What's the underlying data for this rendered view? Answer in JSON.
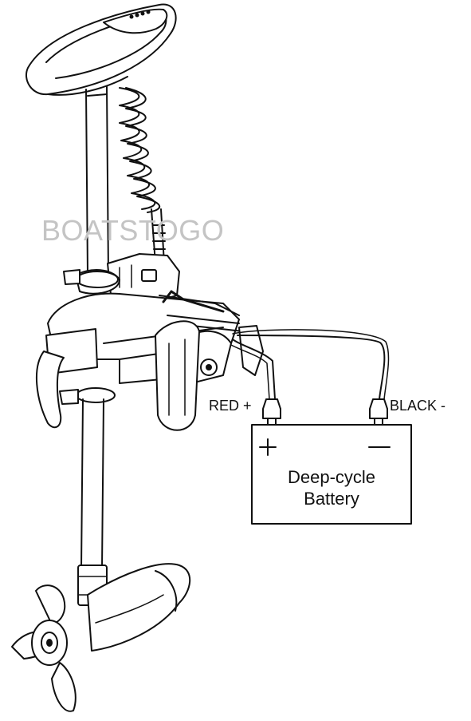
{
  "watermark": "BOATSTOGO",
  "wiring": {
    "positive_label": "RED +",
    "negative_label": "BLACK -"
  },
  "battery": {
    "line1": "Deep-cycle",
    "line2": "Battery",
    "plus_symbol": "+",
    "minus_symbol": "−"
  },
  "colors": {
    "line": "#111111",
    "watermark": "#c4c4c4",
    "background": "#ffffff"
  }
}
